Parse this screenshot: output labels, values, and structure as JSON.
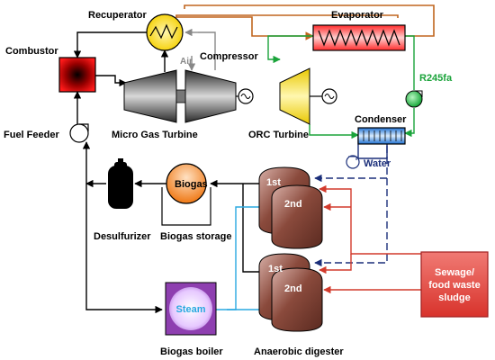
{
  "labels": {
    "recuperator": "Recuperator",
    "evaporator": "Evaporator",
    "combustor": "Combustor",
    "air": "Air",
    "compressor": "Compressor",
    "r245fa": "R245fa",
    "fuel_feeder": "Fuel Feeder",
    "micro_gas_turbine": "Micro Gas Turbine",
    "orc_turbine": "ORC Turbine",
    "condenser": "Condenser",
    "water": "Water",
    "biogas": "Biogas",
    "desulfurizer": "Desulfurizer",
    "biogas_storage": "Biogas storage",
    "first_stage_top": "1st",
    "second_stage_top": "2nd",
    "first_stage_bottom": "1st",
    "second_stage_bottom": "2nd",
    "sludge_line1": "Sewage/",
    "sludge_line2": "food waste",
    "sludge_line3": "sludge",
    "steam": "Steam",
    "biogas_boiler": "Biogas boiler",
    "anaerobic_digester": "Anaerobic digester"
  },
  "colors": {
    "exhaust": "#c0651e",
    "orc_loop": "#1aa33a",
    "water_loop": "#1b2f7a",
    "steam_line": "#29a8e0",
    "sludge_line": "#d23a2c",
    "sludge_box": "#e24a44",
    "digester": "#7a3a2e",
    "turbine_grey": "#555555",
    "orc_yellow": "#f2d020",
    "biogas_tank": "#f08a30",
    "boiler": "#8e3fb0"
  }
}
